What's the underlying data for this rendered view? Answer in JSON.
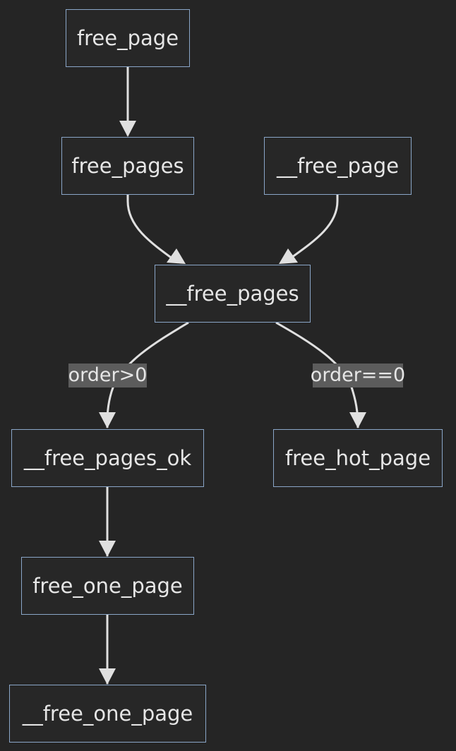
{
  "nodes": {
    "free_page": "free_page",
    "free_pages": "free_pages",
    "__free_page": "__free_page",
    "__free_pages": "__free_pages",
    "__free_pages_ok": "__free_pages_ok",
    "free_hot_page": "free_hot_page",
    "free_one_page": "free_one_page",
    "__free_one_page": "__free_one_page"
  },
  "edges": [
    {
      "from": "free_page",
      "to": "free_pages",
      "label": ""
    },
    {
      "from": "free_pages",
      "to": "__free_pages",
      "label": ""
    },
    {
      "from": "__free_page",
      "to": "__free_pages",
      "label": ""
    },
    {
      "from": "__free_pages",
      "to": "__free_pages_ok",
      "label": "order>0"
    },
    {
      "from": "__free_pages",
      "to": "free_hot_page",
      "label": "order==0"
    },
    {
      "from": "__free_pages_ok",
      "to": "free_one_page",
      "label": ""
    },
    {
      "from": "free_one_page",
      "to": "__free_one_page",
      "label": ""
    }
  ],
  "colors": {
    "background": "#252525",
    "node_border": "#8aa6c8",
    "node_text": "#e6e6e6",
    "edge": "#e0e0e0",
    "label_background": "#5c5c5c"
  }
}
